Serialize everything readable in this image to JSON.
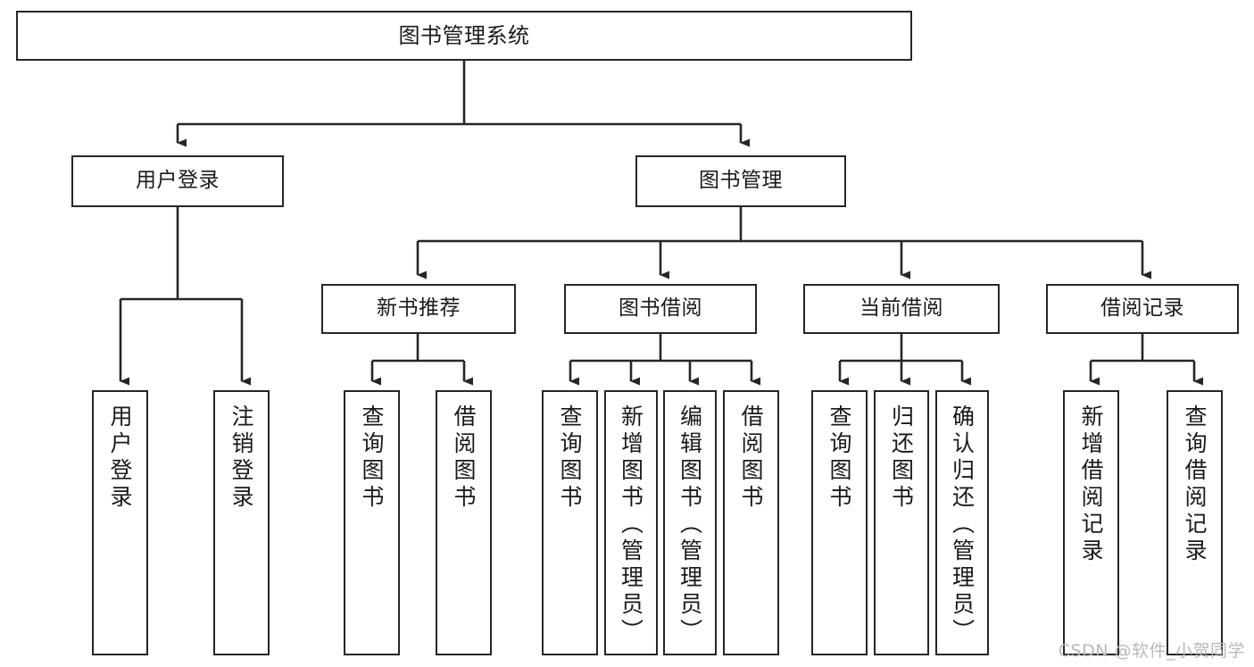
{
  "diagram": {
    "title": "图书管理系统",
    "type": "tree-hierarchy",
    "orientation": "top-down",
    "colors": {
      "background": "#ffffff",
      "node_fill": "#ffffff",
      "node_stroke": "#262626",
      "edge_stroke": "#262626",
      "text": "#1a1a1a",
      "watermark": "#b9b9b9"
    },
    "watermark": "CSDN @软件_小贺同学"
  },
  "nodes": {
    "root": {
      "label": "图书管理系统"
    },
    "level2": [
      {
        "id": "user-login",
        "label": "用户登录"
      },
      {
        "id": "book-management",
        "label": "图书管理"
      }
    ],
    "level3": [
      {
        "id": "new-book-recommend",
        "label": "新书推荐"
      },
      {
        "id": "book-borrow",
        "label": "图书借阅"
      },
      {
        "id": "current-borrow",
        "label": "当前借阅"
      },
      {
        "id": "borrow-record",
        "label": "借阅记录"
      }
    ],
    "leaves": [
      {
        "id": "leaf-user-login",
        "label": "用户登录",
        "parent": "user-login"
      },
      {
        "id": "leaf-logout-login",
        "label": "注销登录",
        "parent": "user-login"
      },
      {
        "id": "leaf-query-book-1",
        "label": "查询图书",
        "parent": "new-book-recommend"
      },
      {
        "id": "leaf-borrow-book-1",
        "label": "借阅图书",
        "parent": "new-book-recommend"
      },
      {
        "id": "leaf-query-book-2",
        "label": "查询图书",
        "parent": "book-borrow"
      },
      {
        "id": "leaf-add-book",
        "label": "新增图书（管理员）",
        "parent": "book-borrow"
      },
      {
        "id": "leaf-edit-book",
        "label": "编辑图书（管理员）",
        "parent": "book-borrow"
      },
      {
        "id": "leaf-borrow-book-2",
        "label": "借阅图书",
        "parent": "book-borrow"
      },
      {
        "id": "leaf-query-book-3",
        "label": "查询图书",
        "parent": "current-borrow"
      },
      {
        "id": "leaf-return-book",
        "label": "归还图书",
        "parent": "current-borrow"
      },
      {
        "id": "leaf-confirm-return",
        "label": "确认归还（管理员）",
        "parent": "current-borrow"
      },
      {
        "id": "leaf-add-record",
        "label": "新增借阅记录",
        "parent": "borrow-record"
      },
      {
        "id": "leaf-query-record",
        "label": "查询借阅记录",
        "parent": "borrow-record"
      }
    ]
  }
}
